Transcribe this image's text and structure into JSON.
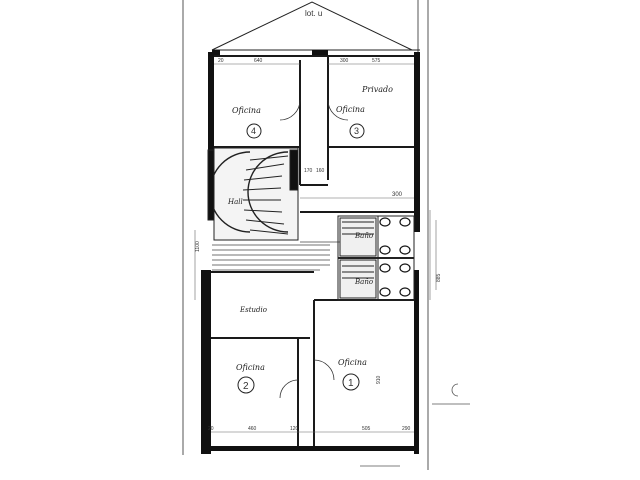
{
  "plan": {
    "rooms": [
      {
        "id": "4",
        "label": "Oficina",
        "number": "4"
      },
      {
        "id": "3",
        "label": "Oficina",
        "number": "3"
      },
      {
        "id": "2",
        "label": "Oficina",
        "number": "2"
      },
      {
        "id": "1",
        "label": "Oficina",
        "number": "1"
      }
    ],
    "bath_upper": "Baño",
    "bath_lower": "Baño",
    "hall_label": "Hall",
    "lower_space_label": "Estudio",
    "handwritten_note": "Privado",
    "dimensions": {
      "top_left_640": "640",
      "top_left_20": "20",
      "top_right_300": "300",
      "top_right_575": "575",
      "mid_300": "300",
      "mid_170": "170",
      "mid_160": "160",
      "bottom_20": "20",
      "bottom_460": "460",
      "bottom_505": "505",
      "bottom_120": "120",
      "bottom_290": "290",
      "side_910": "910",
      "side_1100": "1100",
      "side_885": "885",
      "top_sheet_text": "lot. u"
    },
    "colors": {
      "ink": "#1a1a1a",
      "wall": "#111111",
      "paper": "#ffffff"
    }
  }
}
